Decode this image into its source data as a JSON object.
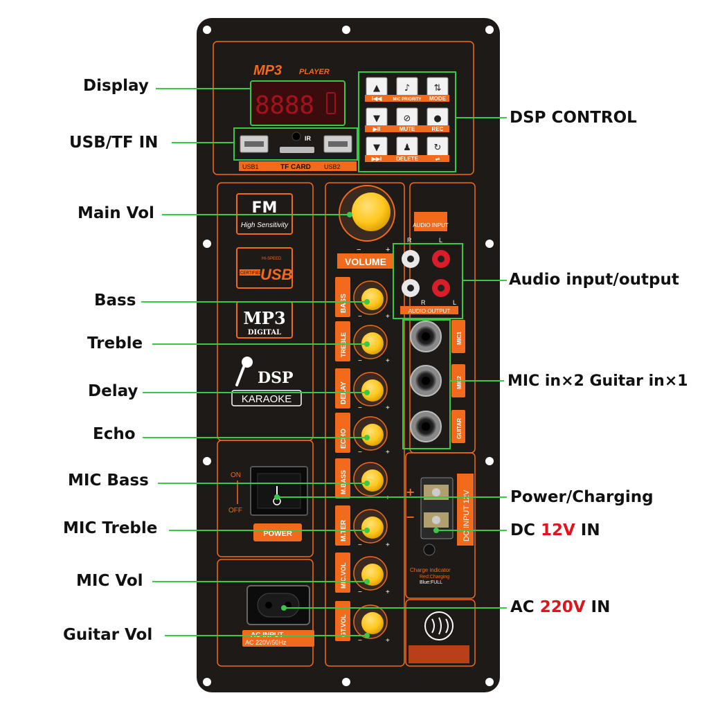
{
  "panel": {
    "mp3_logo": "MP3",
    "mp3_logo_suffix": "PLAYER",
    "display_digits": "8888",
    "ir_label": "IR",
    "usb1_label": "USB1",
    "usb2_label": "USB2",
    "tf_card_label": "TF CARD",
    "dsp_buttons": [
      {
        "glyph": "▲"
      },
      {
        "glyph": "♪"
      },
      {
        "glyph": "⇅"
      },
      {
        "glyph": "▼"
      },
      {
        "glyph": "⊘"
      },
      {
        "glyph": "●"
      },
      {
        "glyph": "▼"
      },
      {
        "glyph": "♟"
      },
      {
        "glyph": "↻"
      }
    ],
    "dsp_row_labels": [
      [
        "I◀◀",
        "MIC PRIORITY",
        "MODE"
      ],
      [
        "▶II",
        "MUTE",
        "REC"
      ],
      [
        "▶▶I",
        "DELETE",
        "⇌"
      ]
    ],
    "fm_label": "FM",
    "fm_sub": "High Sensitivity",
    "usb_badge_top": "HI-SPEED",
    "usb_badge_left": "CERTIFIED",
    "usb_badge_main": "USB",
    "mp3_badge_sub": "DIGITAL",
    "dsp_label": "DSP",
    "karaoke_label": "KARAOKE",
    "on_label": "ON",
    "off_label": "OFF",
    "power_label": "POWER",
    "ac_input_label": "AC INPUT",
    "ac_input_rating": "AC 220V/50Hz",
    "volume_label": "VOLUME",
    "knob_labels": [
      "BASS",
      "TREBLE",
      "DELAY",
      "ECHO",
      "M.BASS",
      "M.TER",
      "MIC.VOL",
      "GT.VOL"
    ],
    "audio_input_label": "AUDIO INPUT",
    "audio_output_label": "AUDIO OUTPUT",
    "r_label": "R",
    "l_label": "L",
    "jack_labels": [
      "MIC1",
      "MIC2",
      "GUITAR"
    ],
    "dc_input_label": "DC INPUT 12V",
    "charge_indicator": "Charge indicator",
    "charge_red": "Red:Charging",
    "charge_blue": "Blue:FULL",
    "plus": "+",
    "minus": "−"
  },
  "callouts": {
    "display": "Display",
    "usb_tf_in": "USB/TF IN",
    "main_vol": "Main Vol",
    "bass": "Bass",
    "treble": "Treble",
    "delay": "Delay",
    "echo": "Echo",
    "mic_bass": "MIC Bass",
    "mic_treble": "MIC Treble",
    "mic_vol": "MIC Vol",
    "guitar_vol": "Guitar Vol",
    "dsp_control": "DSP CONTROL",
    "audio_io": "Audio input/output",
    "mic_guitar": "MIC in×2 Guitar in×1",
    "power_charging": "Power/Charging",
    "dc_pre": "DC ",
    "dc_hl": "12V",
    "dc_post": " IN",
    "ac_pre": "AC ",
    "ac_hl": "220V",
    "ac_post": " IN"
  },
  "colors": {
    "panel": "#1e1a18",
    "orange": "#f26a1b",
    "knob_yellow": "#ffc81e",
    "callout_line": "#39c84a",
    "display_red": "#c8141e",
    "highlight": "#e0141e"
  }
}
